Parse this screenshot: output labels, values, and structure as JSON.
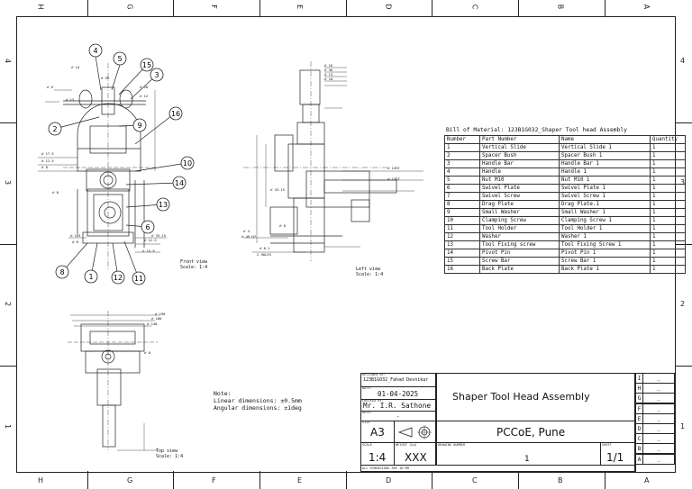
{
  "border": {
    "top_columns": [
      "H",
      "G",
      "F",
      "E",
      "D",
      "C",
      "B",
      "A"
    ],
    "bottom_columns": [
      "H",
      "G",
      "F",
      "E",
      "D",
      "C",
      "B",
      "A"
    ],
    "left_rows": [
      "4",
      "3",
      "2",
      "1"
    ],
    "right_rows": [
      "4",
      "3",
      "2",
      "1"
    ]
  },
  "views": {
    "front_view": "Front view\nScale: 1:4",
    "left_view": "Left view\nScale: 1:4",
    "top_view": "Top view\nScale: 1:4"
  },
  "balloons": [
    "4",
    "5",
    "15",
    "3",
    "2",
    "9",
    "16",
    "10",
    "14",
    "13",
    "6",
    "8",
    "1",
    "12",
    "11"
  ],
  "dimensions": {
    "front": [
      "⌀ 14",
      "⌀ 58",
      "⌀ 28",
      "⌀ 13",
      "⌀ 6",
      "⌀ 12",
      "⌀ 17.5",
      "⌀ 12.5",
      "⌀ 8",
      "⌀ 8",
      "⌀ 103",
      "⌀ 33.15",
      "⌀ 12.5",
      "⌀ 15.9",
      "⌀ 8"
    ],
    "left": [
      "⌀ 16",
      "⌀ 36",
      "⌀ 13",
      "⌀ 10",
      "⌀ 12H7",
      "⌀ 13H7",
      "⌀ 33.15",
      "⌀ 8",
      "⌀ 4",
      "⌀ 49 H7",
      "2 HOLES",
      "⌀ 8.1"
    ],
    "top": [
      "⌀ 190",
      "⌀ 180",
      "⌀ 148",
      "⌀ 8"
    ]
  },
  "notes": {
    "line1": "Note:",
    "line2": "Linear dimensions: ±0.5mm",
    "line3": "Angular dimensions: ±1deg"
  },
  "bom": {
    "title": "Bill of Material: 123B1G032_Shaper Tool head Assembly",
    "headers": [
      "Number",
      "Part Number",
      "Name",
      "Quantity"
    ],
    "rows": [
      [
        "1",
        "Vertical Slide",
        "Vertical Slide 1",
        "1"
      ],
      [
        "2",
        "Spacer Bush",
        "Spacer Bush 1",
        "1"
      ],
      [
        "3",
        "Handle Bar",
        "Handle Bar 1",
        "1"
      ],
      [
        "4",
        "Handle",
        "Handle 1",
        "1"
      ],
      [
        "5",
        "Nut M10",
        "Nut M10 1",
        "1"
      ],
      [
        "6",
        "Swivel Plate",
        "Swivel Plate 1",
        "1"
      ],
      [
        "7",
        "Swivel Screw",
        "Swivel Screw 1",
        "1"
      ],
      [
        "8",
        "Drag Plate",
        "Drag Plate.1",
        "1"
      ],
      [
        "9",
        "Small Washer",
        "Small Washer 1",
        "1"
      ],
      [
        "10",
        "Clamping Screw",
        "Clamping Screw 1",
        "1"
      ],
      [
        "11",
        "Tool Holder",
        "Tool Holder 1",
        "1"
      ],
      [
        "12",
        "Washer",
        "Washer 1",
        "1"
      ],
      [
        "13",
        "Tool Fixing screw",
        "Tool Fixing Screw 1",
        "1"
      ],
      [
        "14",
        "Pivot Pin",
        "Pivot Pin 1",
        "1"
      ],
      [
        "15",
        "Screw Bar",
        "Screw Bar 1",
        "1"
      ],
      [
        "16",
        "Back Plate",
        "Back Plate 1",
        "1"
      ]
    ]
  },
  "title_block": {
    "designed_by_label": "DESIGNED BY:",
    "designed_by": "123B1G032_Fahad Devnikar",
    "date_label": "DATE:",
    "date": "01-04-2025",
    "checked_by_label": "CHECKED BY:",
    "checked_by": "Mr. I.R. Sathone",
    "date2_label": "DATE:",
    "date2": "-",
    "size_label": "SIZE",
    "size": "A3",
    "scale_label": "SCALE",
    "scale": "1:4",
    "weight_label": "WEIGHT (kg)",
    "weight": "XXX",
    "drawing_number_label": "DRAWING NUMBER",
    "drawing_number": "1",
    "sheet_label": "SHEET",
    "sheet": "1/1",
    "title": "Shaper Tool Head Assembly",
    "institute": "PCCoE, Pune",
    "footer": "ALL DIMENSIONS ARE IN MM",
    "revisions": [
      {
        "rev": "I",
        "val": "_"
      },
      {
        "rev": "H",
        "val": "_"
      },
      {
        "rev": "G",
        "val": "_"
      },
      {
        "rev": "F",
        "val": "_"
      },
      {
        "rev": "E",
        "val": "_"
      },
      {
        "rev": "D",
        "val": "_"
      },
      {
        "rev": "C",
        "val": "_"
      },
      {
        "rev": "B",
        "val": "_"
      },
      {
        "rev": "A",
        "val": "_"
      }
    ]
  }
}
